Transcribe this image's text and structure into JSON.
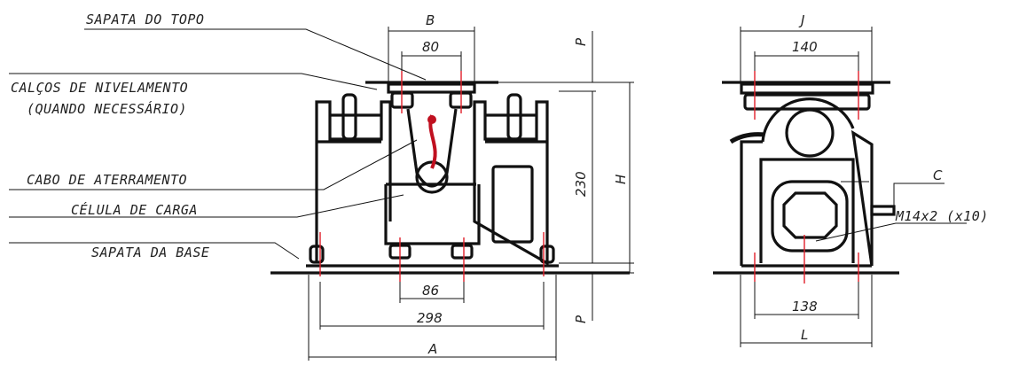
{
  "labels": {
    "top_pad": "SAPATA DO TOPO",
    "leveling_shims_1": "CALÇOS DE NIVELAMENTO",
    "leveling_shims_2": "(QUANDO NECESSÁRIO)",
    "ground_cable": "CABO DE ATERRAMENTO",
    "load_cell": "CÉLULA DE CARGA",
    "base_pad": "SAPATA DA BASE",
    "thread": "M14x2 (x10)"
  },
  "front_view": {
    "dim_B": "B",
    "dim_80": "80",
    "dim_P_top": "P",
    "dim_230": "230",
    "dim_H": "H",
    "dim_86": "86",
    "dim_298": "298",
    "dim_P_bottom": "P",
    "dim_A": "A"
  },
  "side_view": {
    "dim_J": "J",
    "dim_140": "140",
    "dim_C": "C",
    "dim_138": "138",
    "dim_L": "L"
  }
}
